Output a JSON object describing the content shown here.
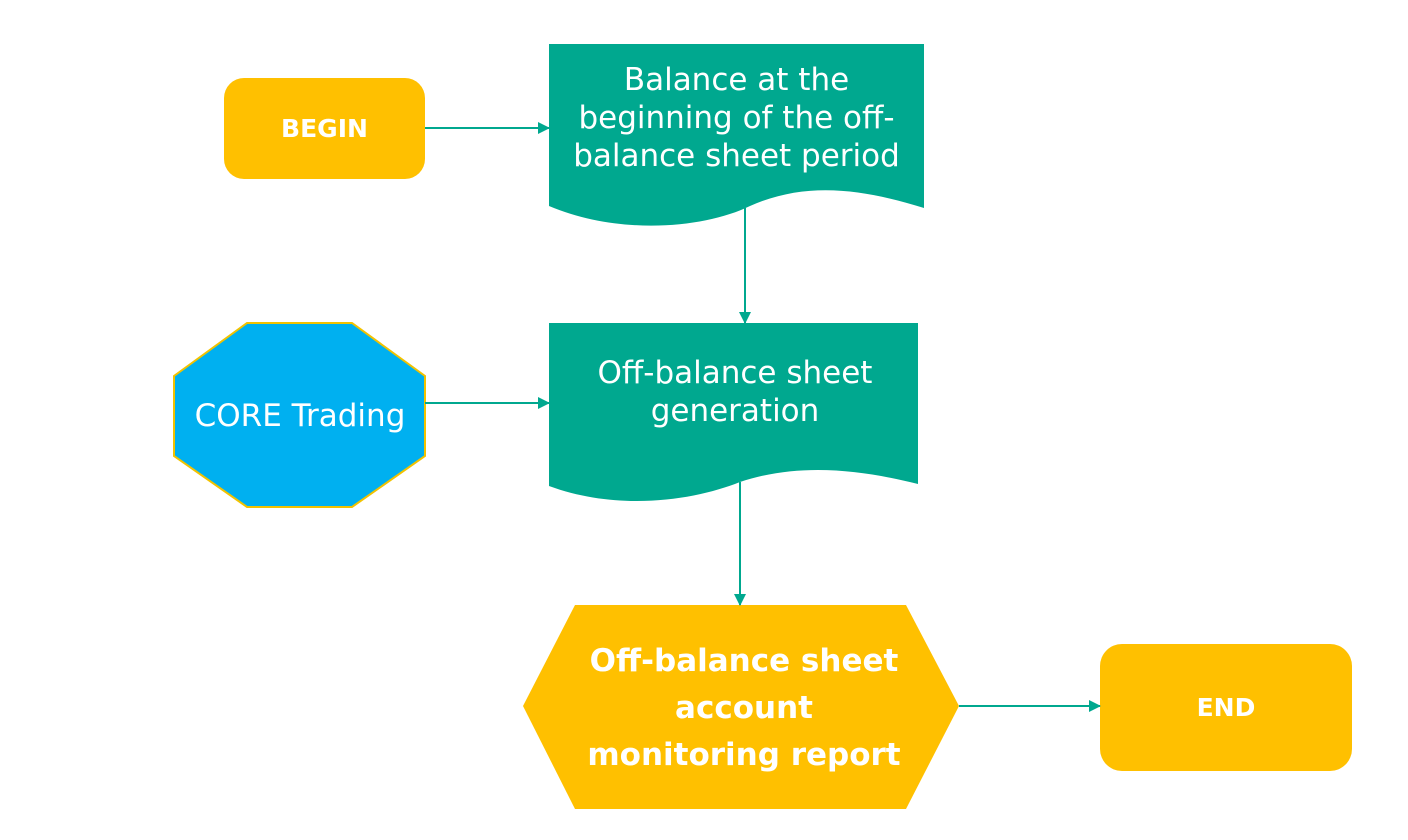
{
  "colors": {
    "terminal": "#FFC000",
    "document": "#00A88F",
    "source": "#00B0F0",
    "source_border": "#F2C200",
    "arrow": "#00A88F",
    "text": "#FFFFFF"
  },
  "nodes": {
    "begin": {
      "label": "BEGIN"
    },
    "balance_begin": {
      "label": "Balance at the beginning of the off-balance sheet period"
    },
    "core_trading": {
      "label": "CORE Trading"
    },
    "generation": {
      "label": "Off-balance sheet generation"
    },
    "report": {
      "label": "Off-balance sheet account monitoring report"
    },
    "end": {
      "label": "END"
    }
  }
}
